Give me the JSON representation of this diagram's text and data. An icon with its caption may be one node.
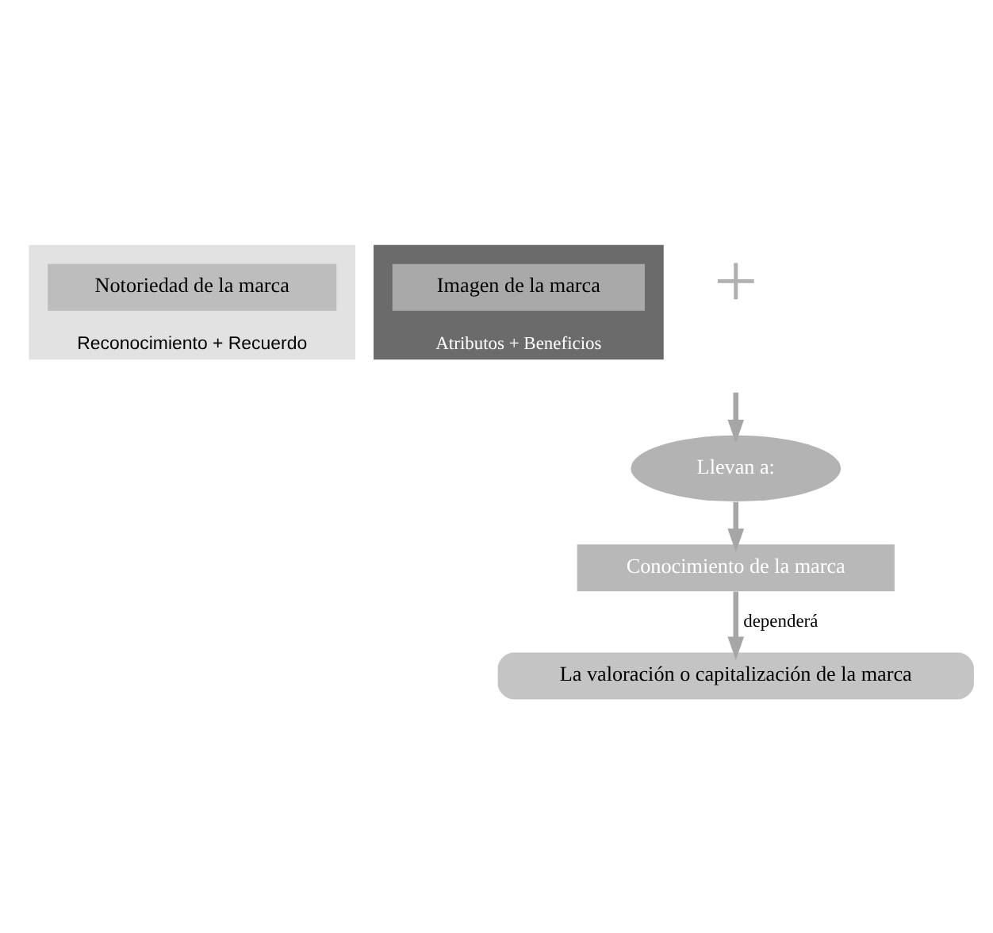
{
  "diagram": {
    "nodes": [
      {
        "text": [
          "Reconocimiento + Recuerdo"
        ]
      },
      {
        "text": [
          "Notoriedad de la marca"
        ],
        "in": 0
      },
      {
        "text": [
          "Atributos + Beneficios"
        ]
      },
      {
        "text": [
          "Imagen de la marca"
        ],
        "in": 2
      },
      {
        "text": [
          "Llevan a:"
        ]
      },
      {
        "text": [
          "Conocimiento de la marca"
        ]
      },
      {
        "text": [
          "La valoración o capitalización de la marca"
        ]
      }
    ],
    "edges": [
      {
        "from": null,
        "to": 4,
        "arrow": "to"
      },
      {
        "from": 4,
        "to": 5,
        "arrow": "to"
      },
      {
        "from": 5,
        "to": 6,
        "arrow": "to",
        "label": "dependerá"
      }
    ],
    "labels": [
      "+"
    ]
  }
}
